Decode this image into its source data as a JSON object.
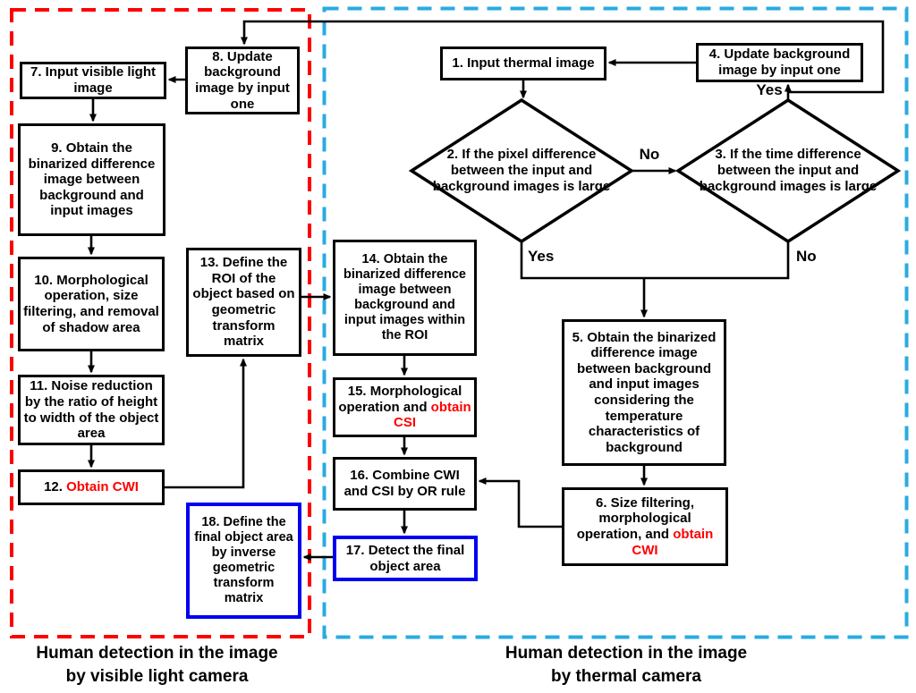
{
  "colors": {
    "red": "#ff0000",
    "cyan": "#29abe2",
    "blue": "#0000f0",
    "ink": "#000000"
  },
  "nodes": {
    "n1": {
      "text": "1. Input thermal image"
    },
    "n2": {
      "text": "2. If the pixel difference between the input and background images is large"
    },
    "n3": {
      "text": "3. If the time difference between the input and background images is large"
    },
    "n4": {
      "text": "4. Update background image by input one"
    },
    "n5": {
      "text": "5. Obtain the binarized difference image between background and input images considering the temperature characteristics of background"
    },
    "n6": {
      "prefix": "6. Size filtering, morphological operation, and ",
      "highlight": "obtain CWI"
    },
    "n7": {
      "text": "7. Input visible light image"
    },
    "n8": {
      "text": "8. Update background image by input one"
    },
    "n9": {
      "text": "9. Obtain the binarized difference image between background and input images"
    },
    "n10": {
      "text": "10. Morphological operation, size filtering, and removal of shadow area"
    },
    "n11": {
      "text": "11. Noise reduction by the ratio of height to width of the object area"
    },
    "n12": {
      "prefix": "12. ",
      "highlight": "Obtain CWI"
    },
    "n13": {
      "text": "13. Define the ROI of the object based on geometric transform matrix"
    },
    "n14": {
      "text": "14. Obtain the binarized difference image between background and input images within the ROI"
    },
    "n15": {
      "prefix": "15. Morphological operation and ",
      "highlight": "obtain CSI"
    },
    "n16": {
      "text": "16. Combine CWI and CSI by OR rule"
    },
    "n17": {
      "text": "17. Detect the final object area"
    },
    "n18": {
      "text": "18. Define the final object area by inverse geometric transform matrix"
    }
  },
  "labels": {
    "yes_d3_top": "Yes",
    "no_d2_d3": "No",
    "yes_d2_bottom": "Yes",
    "no_d3_bottom": "No"
  },
  "captions": {
    "left_line1": "Human detection in the image",
    "left_line2": "by visible light camera",
    "right_line1": "Human detection in the image",
    "right_line2": "by thermal camera"
  }
}
